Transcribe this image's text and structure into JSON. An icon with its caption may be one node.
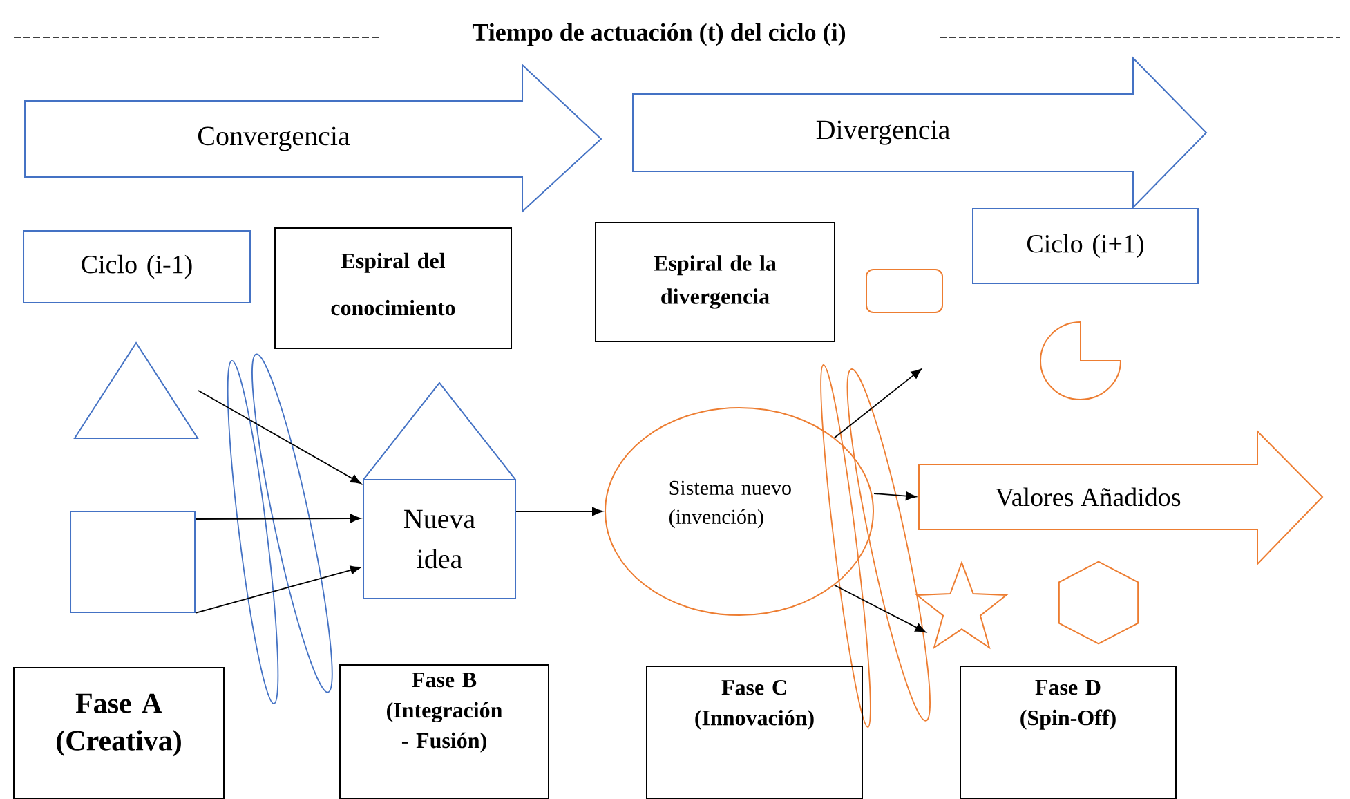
{
  "diagram": {
    "title": "Tiempo de actuación (t) del ciclo (i)",
    "nodes": [
      {
        "text": [
          "Convergencia"
        ]
      },
      {
        "text": [
          "Divergencia"
        ]
      },
      {
        "text": [
          "Ciclo (i-1)"
        ]
      },
      {
        "text": [
          "Espiral del conocimiento"
        ]
      },
      {
        "text": [
          "Espiral de la divergencia"
        ]
      },
      {
        "text": [
          "Ciclo (i+1)"
        ]
      },
      {
        "text": [],
        "shape": "triangle"
      },
      {
        "text": [],
        "shape": "box"
      },
      {
        "text": [
          "Nueva idea"
        ]
      },
      {
        "text": [
          "Sistema nuevo (invención)"
        ]
      },
      {
        "text": [],
        "shape": "box"
      },
      {
        "text": [],
        "shape": "pie"
      },
      {
        "text": [
          "Valores Añadidos"
        ]
      },
      {
        "text": [],
        "shape": "star"
      },
      {
        "text": [],
        "shape": "hexagon"
      },
      {
        "text": [
          "Fase A (Creativa)"
        ]
      },
      {
        "text": [
          "Fase B (Integración - Fusión)"
        ]
      },
      {
        "text": [
          "Fase C (Innovación)"
        ]
      },
      {
        "text": [
          "Fase D (Spin-Off)"
        ]
      }
    ],
    "edges": [
      {
        "from": 6,
        "to": 8,
        "arrow": "to"
      },
      {
        "from": 7,
        "to": 8,
        "arrow": "to"
      },
      {
        "from": 7,
        "to": 8,
        "arrow": "to"
      },
      {
        "from": 8,
        "to": 9,
        "arrow": "to"
      },
      {
        "from": 9,
        "to": null,
        "arrow": "to"
      },
      {
        "from": 9,
        "to": 12,
        "arrow": "to"
      },
      {
        "from": 9,
        "to": 13,
        "arrow": "to"
      }
    ]
  }
}
